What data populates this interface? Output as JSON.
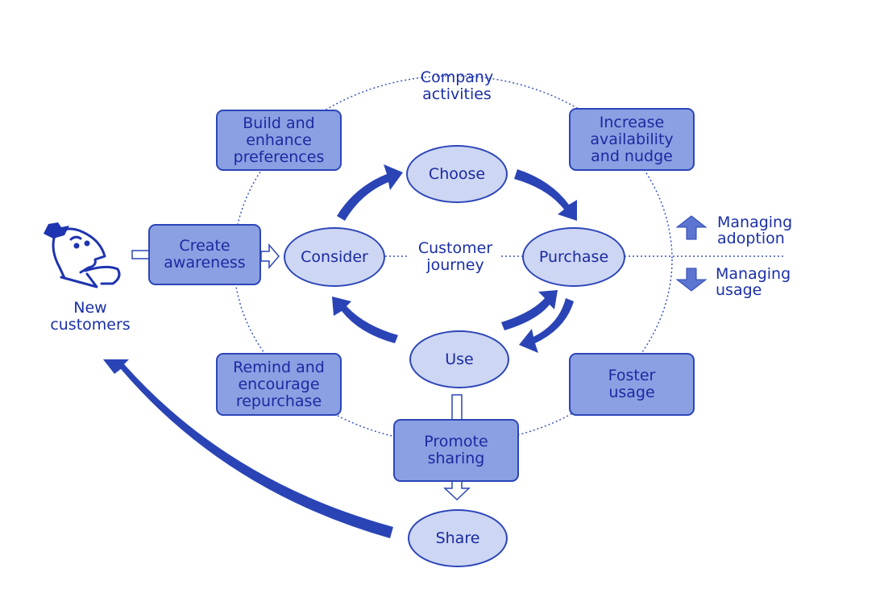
{
  "center_label": "Customer\njourney",
  "outer_label": "Company\nactivities",
  "new_customers_label": "New\ncustomers",
  "journey_stages": {
    "consider": "Consider",
    "choose": "Choose",
    "purchase": "Purchase",
    "use": "Use",
    "share": "Share"
  },
  "company_activities": {
    "create_awareness": "Create\nawareness",
    "build_preferences": "Build and\nenhance\npreferences",
    "increase_availability": "Increase\navailability\nand nudge",
    "foster_usage": "Foster\nusage",
    "remind_repurchase": "Remind and\nencourage\nrepurchase",
    "promote_sharing": "Promote\nsharing"
  },
  "side_legend": {
    "up": "Managing\nadoption",
    "down": "Managing\nusage"
  },
  "colors": {
    "primary": "#1a2fa8",
    "box_fill": "#8aa0e2",
    "ellipse_fill": "#cdd6f3",
    "arrow": "#2a44b6"
  }
}
